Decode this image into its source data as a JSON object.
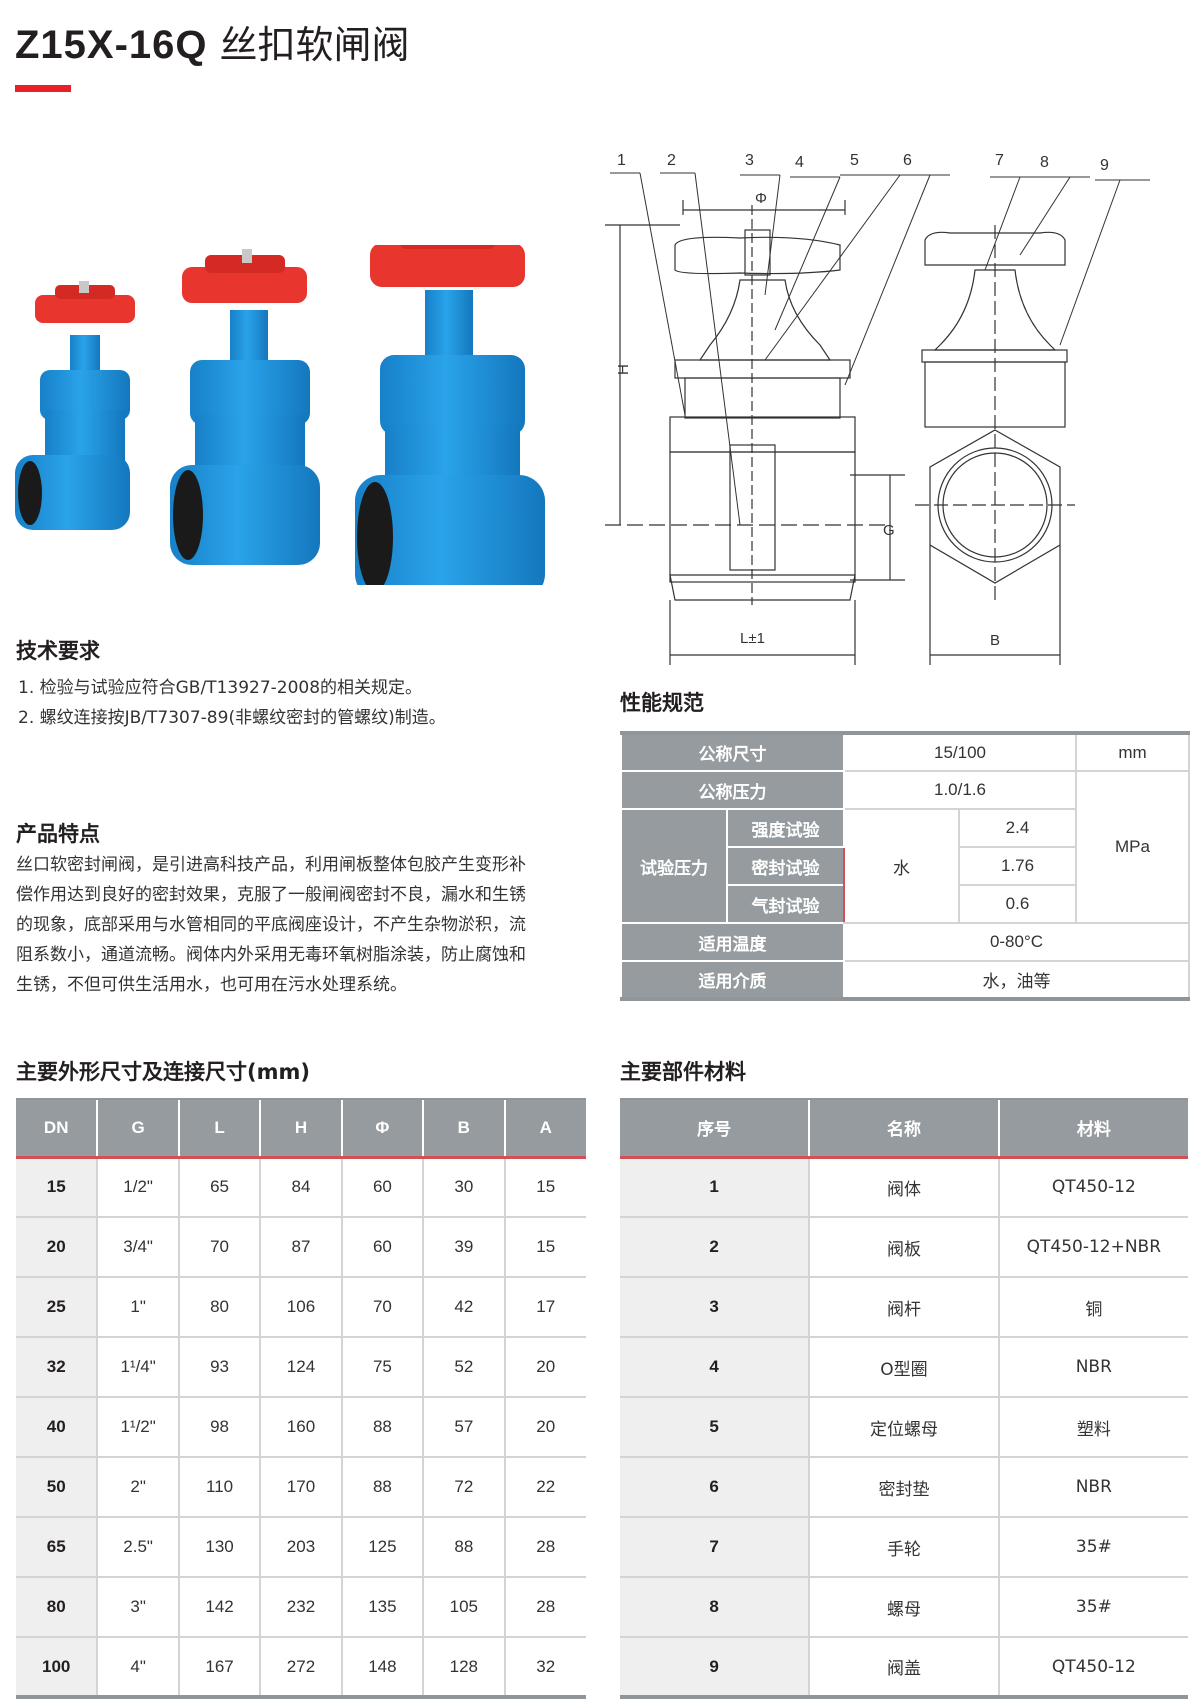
{
  "header": {
    "model": "Z15X-16Q",
    "name_cn": "丝扣软闸阀",
    "accent_color": "#e8202a"
  },
  "photos": {
    "description": "three blue gate valves with red handwheels, small to large",
    "body_color": "#1e8fd6",
    "handwheel_color": "#e8352e"
  },
  "drawing": {
    "callouts": [
      "1",
      "2",
      "3",
      "4",
      "5",
      "6",
      "7",
      "8",
      "9"
    ],
    "dim_labels": {
      "phi": "Φ",
      "h": "H",
      "g": "G",
      "l": "L±1",
      "b": "B"
    }
  },
  "tech_requirements": {
    "heading": "技术要求",
    "items": [
      "1. 检验与试验应符合GB/T13927-2008的相关规定。",
      "2. 螺纹连接按JB/T7307-89(非螺纹密封的管螺纹)制造。"
    ]
  },
  "features": {
    "heading": "产品特点",
    "lines": [
      "丝口软密封闸阀，是引进高科技产品，利用闸板整体包胶产生变形补",
      "偿作用达到良好的密封效果，克服了一般闸阀密封不良，漏水和生锈",
      "的现象，底部采用与水管相同的平底阀座设计，不产生杂物淤积，流",
      "阻系数小，通道流畅。阀体内外采用无毒环氧树脂涂装，防止腐蚀和",
      "生锈，不但可供生活用水，也可用在污水处理系统。"
    ]
  },
  "performance": {
    "heading": "性能规范",
    "nominal_size": {
      "label": "公称尺寸",
      "value": "15/100",
      "unit": "mm"
    },
    "nominal_pressure": {
      "label": "公称压力",
      "value": "1.0/1.6"
    },
    "test_pressure": {
      "label": "试验压力",
      "medium": "水",
      "unit": "MPa",
      "tests": [
        {
          "label": "强度试验",
          "value": "2.4"
        },
        {
          "label": "密封试验",
          "value": "1.76"
        },
        {
          "label": "气封试验",
          "value": "0.6"
        }
      ]
    },
    "temperature": {
      "label": "适用温度",
      "value": "0-80°C"
    },
    "medium": {
      "label": "适用介质",
      "value": "水，油等"
    }
  },
  "dimensions": {
    "heading": "主要外形尺寸及连接尺寸(mm)",
    "columns": [
      "DN",
      "G",
      "L",
      "H",
      "Φ",
      "B",
      "A"
    ],
    "rows": [
      {
        "dn": "15",
        "g": "1/2\"",
        "l": "65",
        "h": "84",
        "phi": "60",
        "b": "30",
        "a": "15"
      },
      {
        "dn": "20",
        "g": "3/4\"",
        "l": "70",
        "h": "87",
        "phi": "60",
        "b": "39",
        "a": "15"
      },
      {
        "dn": "25",
        "g": "1\"",
        "l": "80",
        "h": "106",
        "phi": "70",
        "b": "42",
        "a": "17"
      },
      {
        "dn": "32",
        "g": "1¹/4\"",
        "l": "93",
        "h": "124",
        "phi": "75",
        "b": "52",
        "a": "20"
      },
      {
        "dn": "40",
        "g": "1¹/2\"",
        "l": "98",
        "h": "160",
        "phi": "88",
        "b": "57",
        "a": "20"
      },
      {
        "dn": "50",
        "g": "2\"",
        "l": "110",
        "h": "170",
        "phi": "88",
        "b": "72",
        "a": "22"
      },
      {
        "dn": "65",
        "g": "2.5\"",
        "l": "130",
        "h": "203",
        "phi": "125",
        "b": "88",
        "a": "28"
      },
      {
        "dn": "80",
        "g": "3\"",
        "l": "142",
        "h": "232",
        "phi": "135",
        "b": "105",
        "a": "28"
      },
      {
        "dn": "100",
        "g": "4\"",
        "l": "167",
        "h": "272",
        "phi": "148",
        "b": "128",
        "a": "32"
      }
    ]
  },
  "materials": {
    "heading": "主要部件材料",
    "columns": [
      "序号",
      "名称",
      "材料"
    ],
    "rows": [
      {
        "no": "1",
        "name": "阀体",
        "material": "QT450-12"
      },
      {
        "no": "2",
        "name": "阀板",
        "material": "QT450-12+NBR"
      },
      {
        "no": "3",
        "name": "阀杆",
        "material": "铜"
      },
      {
        "no": "4",
        "name": "O型圈",
        "material": "NBR"
      },
      {
        "no": "5",
        "name": "定位螺母",
        "material": "塑料"
      },
      {
        "no": "6",
        "name": "密封垫",
        "material": "NBR"
      },
      {
        "no": "7",
        "name": "手轮",
        "material": "35#"
      },
      {
        "no": "8",
        "name": "螺母",
        "material": "35#"
      },
      {
        "no": "9",
        "name": "阀盖",
        "material": "QT450-12"
      }
    ]
  }
}
